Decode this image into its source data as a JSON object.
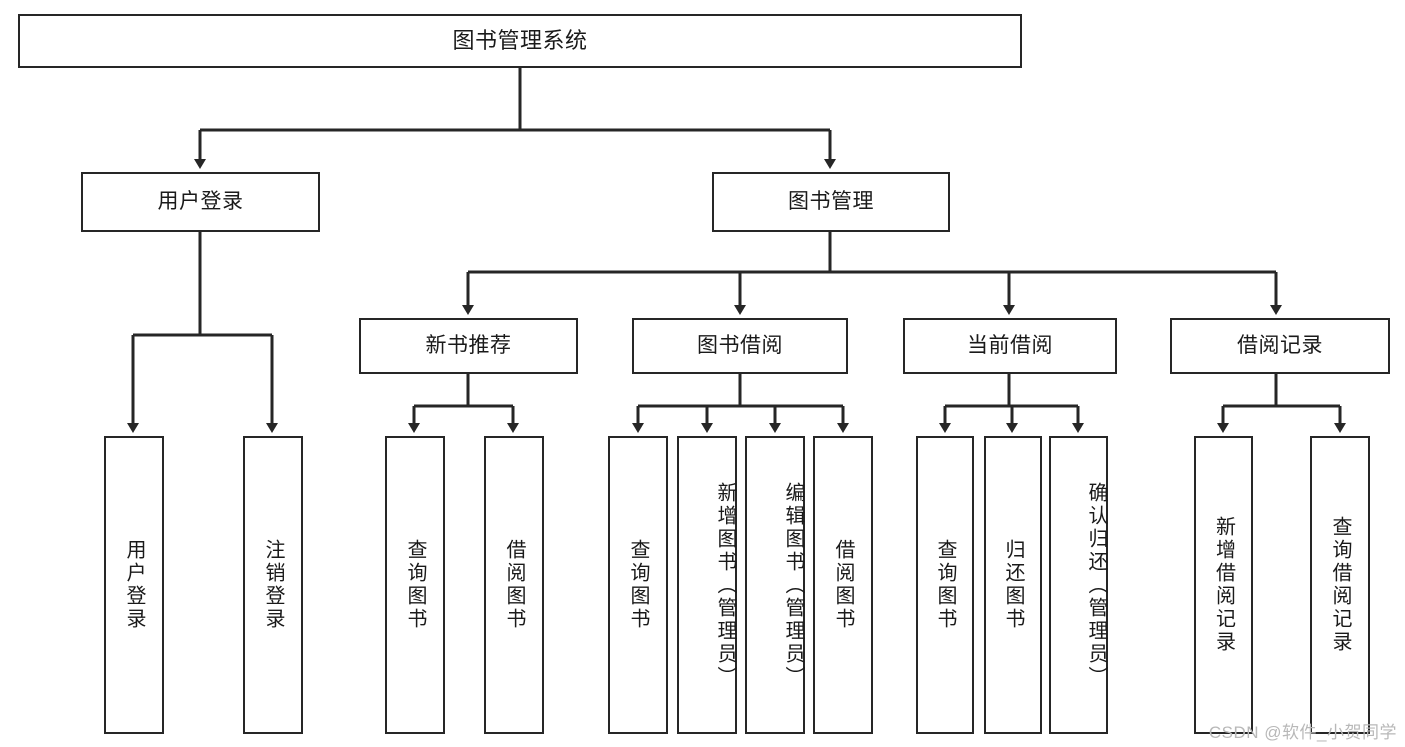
{
  "diagram": {
    "type": "tree-hierarchy",
    "title": "图书管理系统",
    "root": {
      "label": "图书管理系统"
    },
    "level2": [
      {
        "label": "用户登录"
      },
      {
        "label": "图书管理"
      }
    ],
    "level3": [
      {
        "label": "新书推荐"
      },
      {
        "label": "图书借阅"
      },
      {
        "label": "当前借阅"
      },
      {
        "label": "借阅记录"
      }
    ],
    "leaves": {
      "user_login": [
        {
          "label": "用户登录"
        },
        {
          "label": "注销登录"
        }
      ],
      "new_book_recommend": [
        {
          "label": "查询图书"
        },
        {
          "label": "借阅图书"
        }
      ],
      "book_borrow": [
        {
          "label": "查询图书"
        },
        {
          "label": "新增图书（管理员）"
        },
        {
          "label": "编辑图书（管理员）"
        },
        {
          "label": "借阅图书"
        }
      ],
      "current_borrow": [
        {
          "label": "查询图书"
        },
        {
          "label": "归还图书"
        },
        {
          "label": "确认归还（管理员）"
        }
      ],
      "borrow_record": [
        {
          "label": "新增借阅记录"
        },
        {
          "label": "查询借阅记录"
        }
      ]
    },
    "watermark": "CSDN @软件_小贺同学",
    "colors": {
      "stroke": "#262626",
      "background": "#ffffff",
      "text": "#1a1a1a",
      "watermark": "#b8b8b8"
    }
  }
}
